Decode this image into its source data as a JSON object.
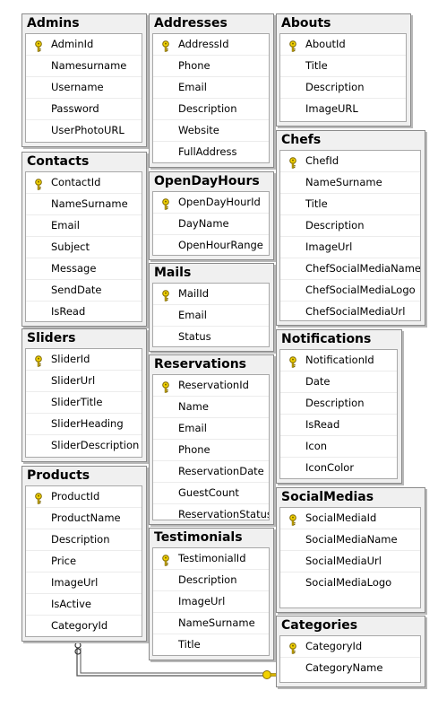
{
  "tables": [
    {
      "id": "admins",
      "name": "Admins",
      "columns": [
        {
          "name": "AdminId",
          "key": true
        },
        {
          "name": "Namesurname"
        },
        {
          "name": "Username"
        },
        {
          "name": "Password"
        },
        {
          "name": "UserPhotoURL"
        }
      ]
    },
    {
      "id": "addresses",
      "name": "Addresses",
      "columns": [
        {
          "name": "AddressId",
          "key": true
        },
        {
          "name": "Phone"
        },
        {
          "name": "Email"
        },
        {
          "name": "Description"
        },
        {
          "name": "Website"
        },
        {
          "name": "FullAddress"
        }
      ]
    },
    {
      "id": "abouts",
      "name": "Abouts",
      "columns": [
        {
          "name": "AboutId",
          "key": true
        },
        {
          "name": "Title"
        },
        {
          "name": "Description"
        },
        {
          "name": "ImageURL"
        }
      ]
    },
    {
      "id": "contacts",
      "name": "Contacts",
      "columns": [
        {
          "name": "ContactId",
          "key": true
        },
        {
          "name": "NameSurname"
        },
        {
          "name": "Email"
        },
        {
          "name": "Subject"
        },
        {
          "name": "Message"
        },
        {
          "name": "SendDate"
        },
        {
          "name": "IsRead"
        }
      ]
    },
    {
      "id": "opendayhours",
      "name": "OpenDayHours",
      "columns": [
        {
          "name": "OpenDayHourId",
          "key": true
        },
        {
          "name": "DayName"
        },
        {
          "name": "OpenHourRange"
        }
      ]
    },
    {
      "id": "chefs",
      "name": "Chefs",
      "columns": [
        {
          "name": "ChefId",
          "key": true
        },
        {
          "name": "NameSurname"
        },
        {
          "name": "Title"
        },
        {
          "name": "Description"
        },
        {
          "name": "ImageUrl"
        },
        {
          "name": "ChefSocialMediaName"
        },
        {
          "name": "ChefSocialMediaLogo"
        },
        {
          "name": "ChefSocialMediaUrl"
        }
      ]
    },
    {
      "id": "mails",
      "name": "Mails",
      "columns": [
        {
          "name": "MailId",
          "key": true
        },
        {
          "name": "Email"
        },
        {
          "name": "Status"
        }
      ]
    },
    {
      "id": "sliders",
      "name": "Sliders",
      "columns": [
        {
          "name": "SliderId",
          "key": true
        },
        {
          "name": "SliderUrl"
        },
        {
          "name": "SliderTitle"
        },
        {
          "name": "SliderHeading"
        },
        {
          "name": "SliderDescription"
        }
      ]
    },
    {
      "id": "reservations",
      "name": "Reservations",
      "columns": [
        {
          "name": "ReservationId",
          "key": true
        },
        {
          "name": "Name"
        },
        {
          "name": "Email"
        },
        {
          "name": "Phone"
        },
        {
          "name": "ReservationDate"
        },
        {
          "name": "GuestCount"
        },
        {
          "name": "ReservationStatus"
        }
      ]
    },
    {
      "id": "notifications",
      "name": "Notifications",
      "columns": [
        {
          "name": "NotificationId",
          "key": true
        },
        {
          "name": "Date"
        },
        {
          "name": "Description"
        },
        {
          "name": "IsRead"
        },
        {
          "name": "Icon"
        },
        {
          "name": "IconColor"
        }
      ]
    },
    {
      "id": "products",
      "name": "Products",
      "columns": [
        {
          "name": "ProductId",
          "key": true
        },
        {
          "name": "ProductName"
        },
        {
          "name": "Description"
        },
        {
          "name": "Price"
        },
        {
          "name": "ImageUrl"
        },
        {
          "name": "IsActive"
        },
        {
          "name": "CategoryId"
        }
      ]
    },
    {
      "id": "socialmedias",
      "name": "SocialMedias",
      "columns": [
        {
          "name": "SocialMediaId",
          "key": true
        },
        {
          "name": "SocialMediaName"
        },
        {
          "name": "SocialMediaUrl"
        },
        {
          "name": "SocialMediaLogo"
        }
      ]
    },
    {
      "id": "testimonials",
      "name": "Testimonials",
      "columns": [
        {
          "name": "TestimonialId",
          "key": true
        },
        {
          "name": "Description"
        },
        {
          "name": "ImageUrl"
        },
        {
          "name": "NameSurname"
        },
        {
          "name": "Title"
        }
      ]
    },
    {
      "id": "categories",
      "name": "Categories",
      "columns": [
        {
          "name": "CategoryId",
          "key": true
        },
        {
          "name": "CategoryName"
        }
      ]
    }
  ],
  "relationships": [
    {
      "from": "products",
      "from_column": "CategoryId",
      "to": "categories",
      "to_column": "CategoryId",
      "from_end": "infinity",
      "to_end": "key"
    }
  ],
  "colors": {
    "key_icon": "#d6b300",
    "line": "#555555",
    "title_bg": "#f0f0f0",
    "border": "#8a8a8a"
  }
}
